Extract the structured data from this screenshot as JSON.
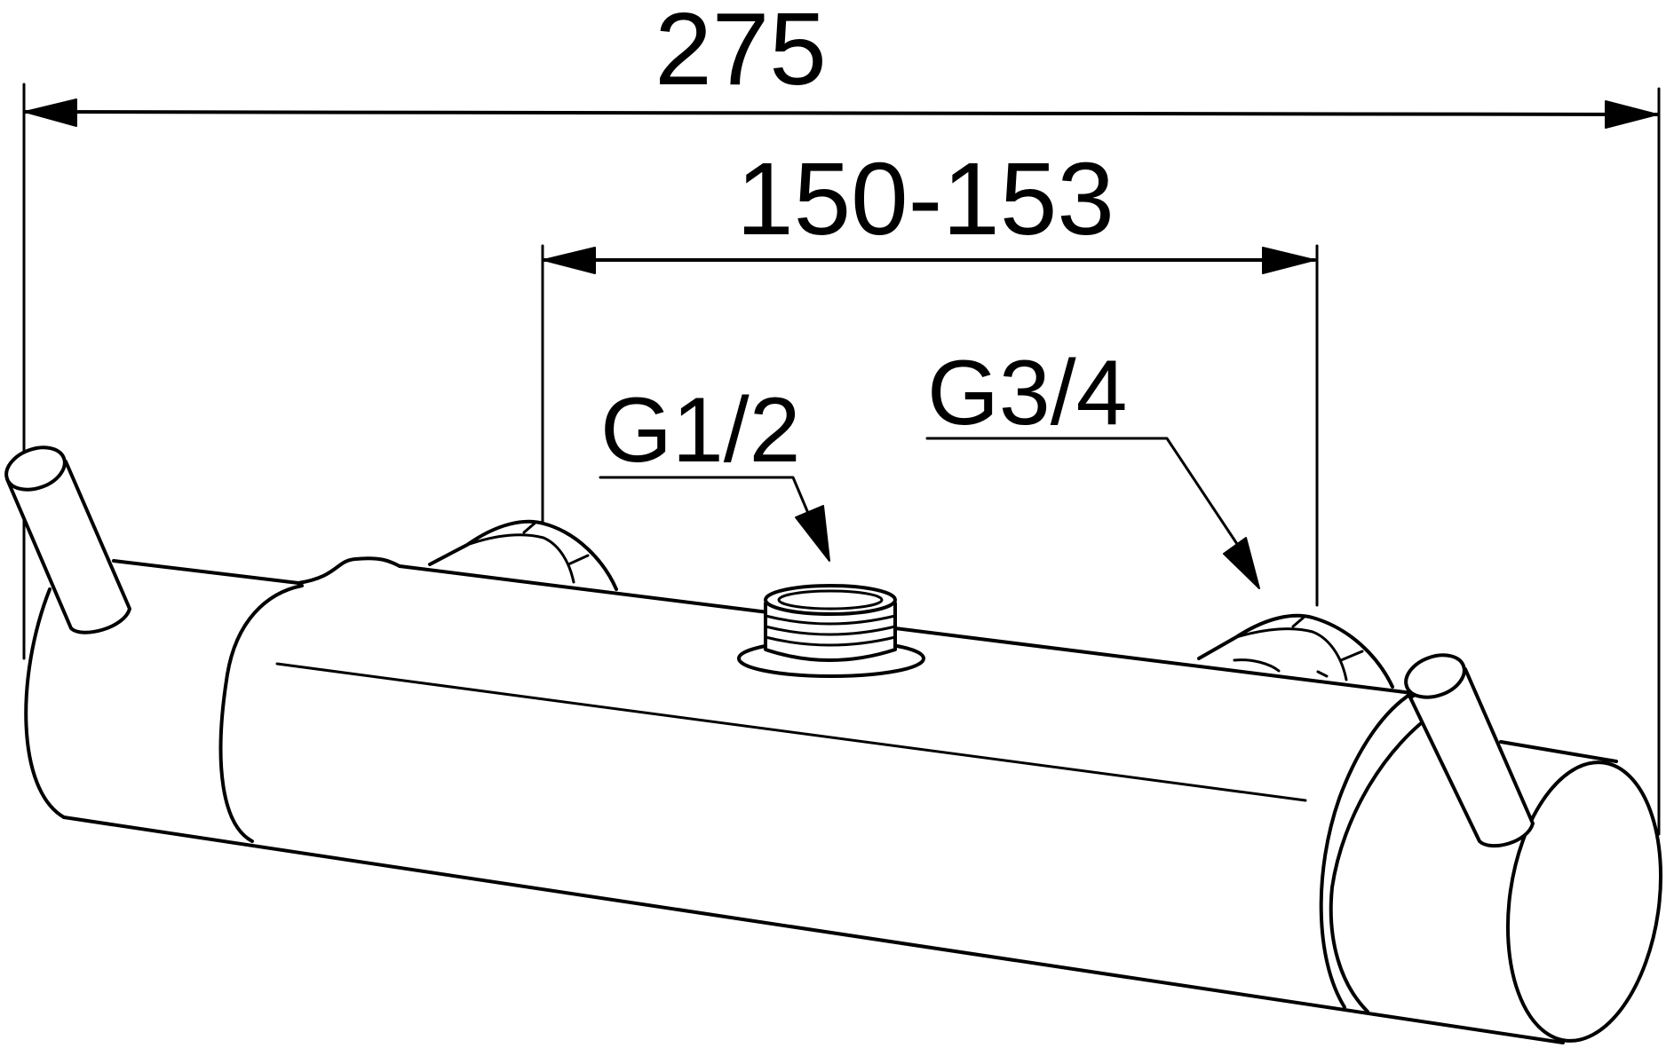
{
  "dimensions": {
    "overall_length": "275",
    "inlet_spacing": "150-153"
  },
  "callouts": {
    "outlet_thread": "G1/2",
    "inlet_thread": "G3/4"
  },
  "colors": {
    "line": "#000000",
    "background": "#ffffff"
  }
}
